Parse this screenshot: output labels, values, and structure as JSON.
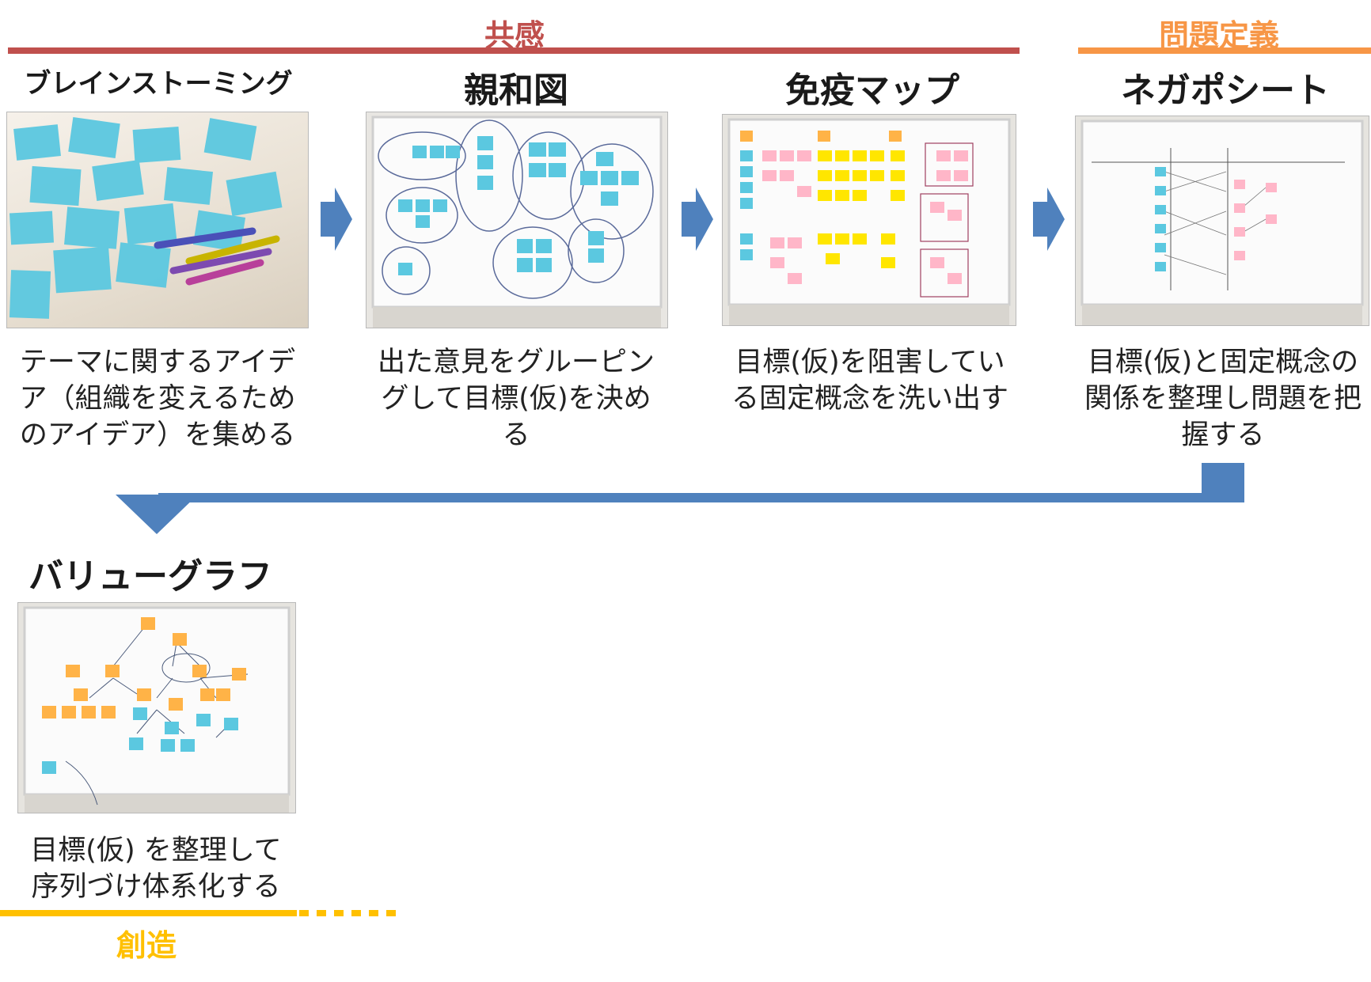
{
  "colors": {
    "empathy": "#c0504d",
    "definition": "#f79646",
    "creation": "#ffc000",
    "flow": "#4f81bd",
    "sticky_blue": "#5bc8e0",
    "sticky_yellow": "#ffe600",
    "sticky_pink": "#ffb6c8",
    "sticky_orange": "#ffb347"
  },
  "phases": {
    "empathy": "共感",
    "definition": "問題定義",
    "creation": "創造"
  },
  "steps": [
    {
      "title": "ブレインストーミング",
      "description": "テーマに関するアイデア（組織を変えるためのアイデア）を集める",
      "photo_icon": "sticky-notes-table-photo"
    },
    {
      "title": "親和図",
      "description": "出た意見をグルーピングして目標(仮)を決める",
      "photo_icon": "whiteboard-photo"
    },
    {
      "title": "免疫マップ",
      "description": "目標(仮)を阻害している固定概念を洗い出す",
      "photo_icon": "whiteboard-photo"
    },
    {
      "title": "ネガポシート",
      "description": "目標(仮)と固定概念の関係を整理し問題を把握する",
      "photo_icon": "whiteboard-photo"
    },
    {
      "title": "バリューグラフ",
      "description": "目標(仮) を整理して序列づけ体系化する",
      "photo_icon": "whiteboard-photo"
    }
  ]
}
